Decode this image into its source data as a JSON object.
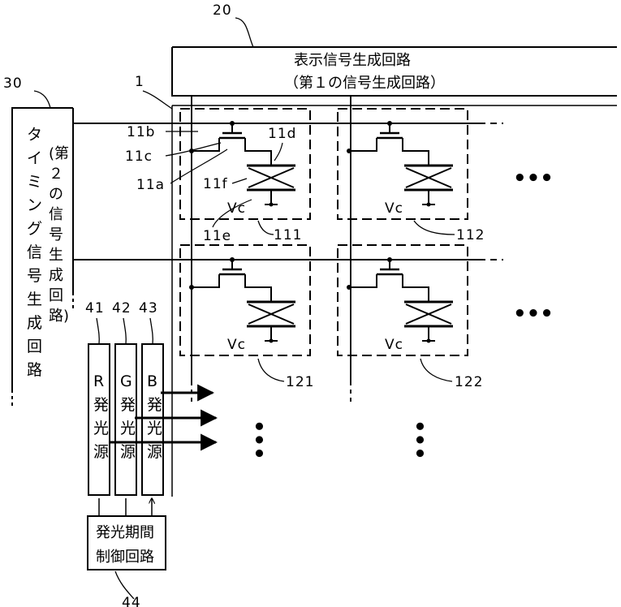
{
  "display_block": {
    "ref": "20",
    "title": "表示信号生成回路",
    "subtitle": "（第１の信号生成回路）"
  },
  "timing_block": {
    "ref": "30",
    "chars": [
      "タ",
      "イ",
      "ミ",
      "ン",
      "グ",
      "信",
      "号",
      "生",
      "成",
      "回",
      "路"
    ],
    "sub_chars": [
      "(第",
      "２",
      "の",
      "信",
      "号",
      "生",
      "成",
      "回",
      "路)"
    ]
  },
  "panel_ref": "1",
  "pixel_labels": {
    "p111": "111",
    "p112": "112",
    "p121": "121",
    "p122": "122"
  },
  "element_labels": {
    "a": "11a",
    "b": "11b",
    "c": "11c",
    "d": "11d",
    "e": "11e",
    "f": "11f"
  },
  "vc_label": "Vc",
  "light_sources": [
    {
      "ref": "41",
      "chars": [
        "R",
        "発",
        "光",
        "源"
      ]
    },
    {
      "ref": "42",
      "chars": [
        "G",
        "発",
        "光",
        "源"
      ]
    },
    {
      "ref": "43",
      "chars": [
        "B",
        "発",
        "光",
        "源"
      ]
    }
  ],
  "control_block": {
    "ref": "44",
    "line1": "発光期間",
    "line2": "制御回路"
  },
  "ellipsis": "•••"
}
